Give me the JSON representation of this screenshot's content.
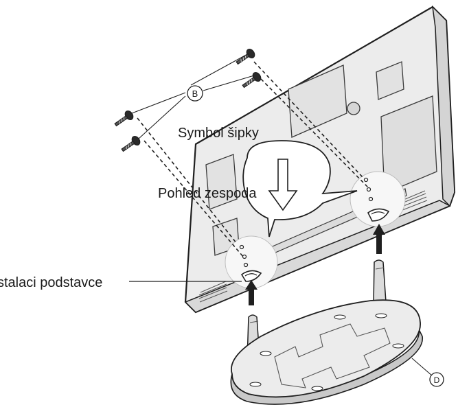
{
  "labels": {
    "screw_marker": "B",
    "stand_marker": "D",
    "arrow_symbol": "Symbol šipky",
    "bottom_view": "Pohled zespoda",
    "stand_slot": "stalaci podstavce"
  },
  "colors": {
    "line": "#1f1f1f",
    "panel_fill": "#ececec",
    "panel_dark": "#c9c9c9",
    "highlight": "#f7f7f7",
    "background": "#ffffff"
  },
  "icons": [
    "screw-icon",
    "down-arrow-icon",
    "insert-arrow-icon",
    "vent-grille-icon"
  ]
}
